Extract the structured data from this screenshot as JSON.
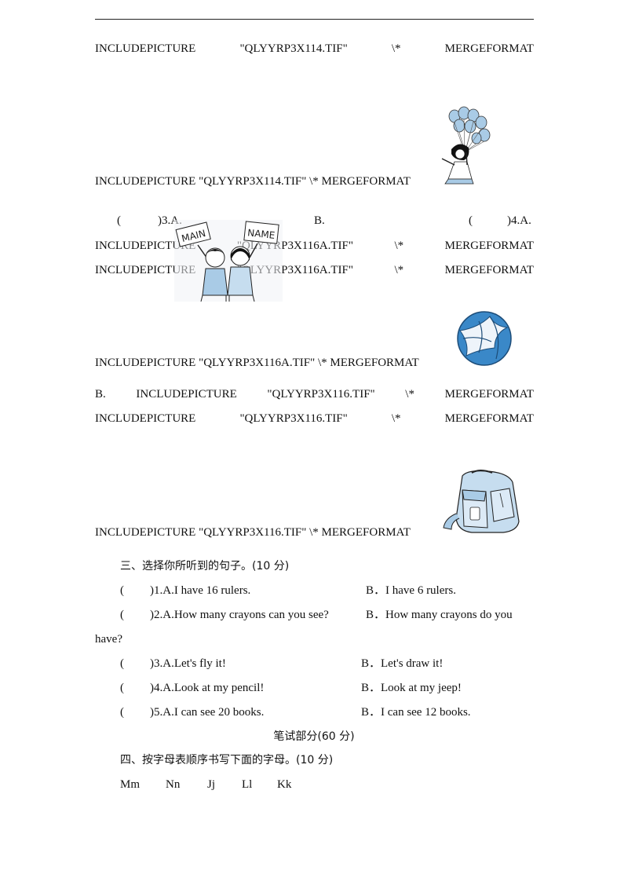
{
  "lines": {
    "l1": [
      "INCLUDEPICTURE",
      "\"QLYYRP3X114.TIF\"",
      "\\*",
      "MERGEFORMAT"
    ],
    "l2": "INCLUDEPICTURE \"QLYYRP3X114.TIF\" \\* MERGEFORMAT",
    "q34": {
      "paren3": "(",
      "num3": ")3.A.",
      "b": "B.",
      "paren4": "(",
      "num4": ")4.A."
    },
    "l3": [
      "INCLUDEPICTURE",
      "\"QLYYRP3X116A.TIF\"",
      "\\*",
      "MERGEFORMAT"
    ],
    "l4": [
      "INCLUDEPICTURE",
      "\"QLYYRP3X116A.TIF\"",
      "\\*",
      "MERGEFORMAT"
    ],
    "l5": "INCLUDEPICTURE  \"QLYYRP3X116A.TIF\"  \\*  MERGEFORMAT",
    "l6": [
      "B.",
      "INCLUDEPICTURE",
      "\"QLYYRP3X116.TIF\"",
      "\\*",
      "MERGEFORMAT"
    ],
    "l7": [
      "INCLUDEPICTURE",
      "\"QLYYRP3X116.TIF\"",
      "\\*",
      "MERGEFORMAT"
    ],
    "l8": "INCLUDEPICTURE \"QLYYRP3X116.TIF\" \\* MERGEFORMAT"
  },
  "signs": {
    "left": "MAIN",
    "right": "NAME"
  },
  "section3": {
    "title": "三、选择你所听到的句子。(10 分)",
    "items": [
      {
        "paren": "(",
        "a": ")1.A.I have 16 rulers.",
        "b": "B．I  have  6  rulers."
      },
      {
        "paren": "(",
        "a": ")2.A.How many crayons can you see?",
        "b": "B．How  many  crayons  do  you"
      },
      {
        "paren": "(",
        "a": ")3.A.Let's fly it!",
        "b": "B．Let's  draw  it!"
      },
      {
        "paren": "(",
        "a": ")4.A.Look at my pencil!",
        "b": "B．Look  at  my  jeep!"
      },
      {
        "paren": "(",
        "a": ")5.A.I can see 20 books.",
        "b": "B．I  can  see  12  books."
      }
    ],
    "wrap": "have?"
  },
  "written": {
    "title": "笔试部分(60 分)"
  },
  "section4": {
    "title": "四、按字母表顺序书写下面的字母。(10 分)",
    "letters": [
      "Mm",
      "Nn",
      "Jj",
      "Ll",
      "Kk"
    ]
  },
  "colors": {
    "ball_blue": "#3a88c8",
    "balloon_blue": "#a9cbe6",
    "bag_blue": "#c6ddef"
  }
}
